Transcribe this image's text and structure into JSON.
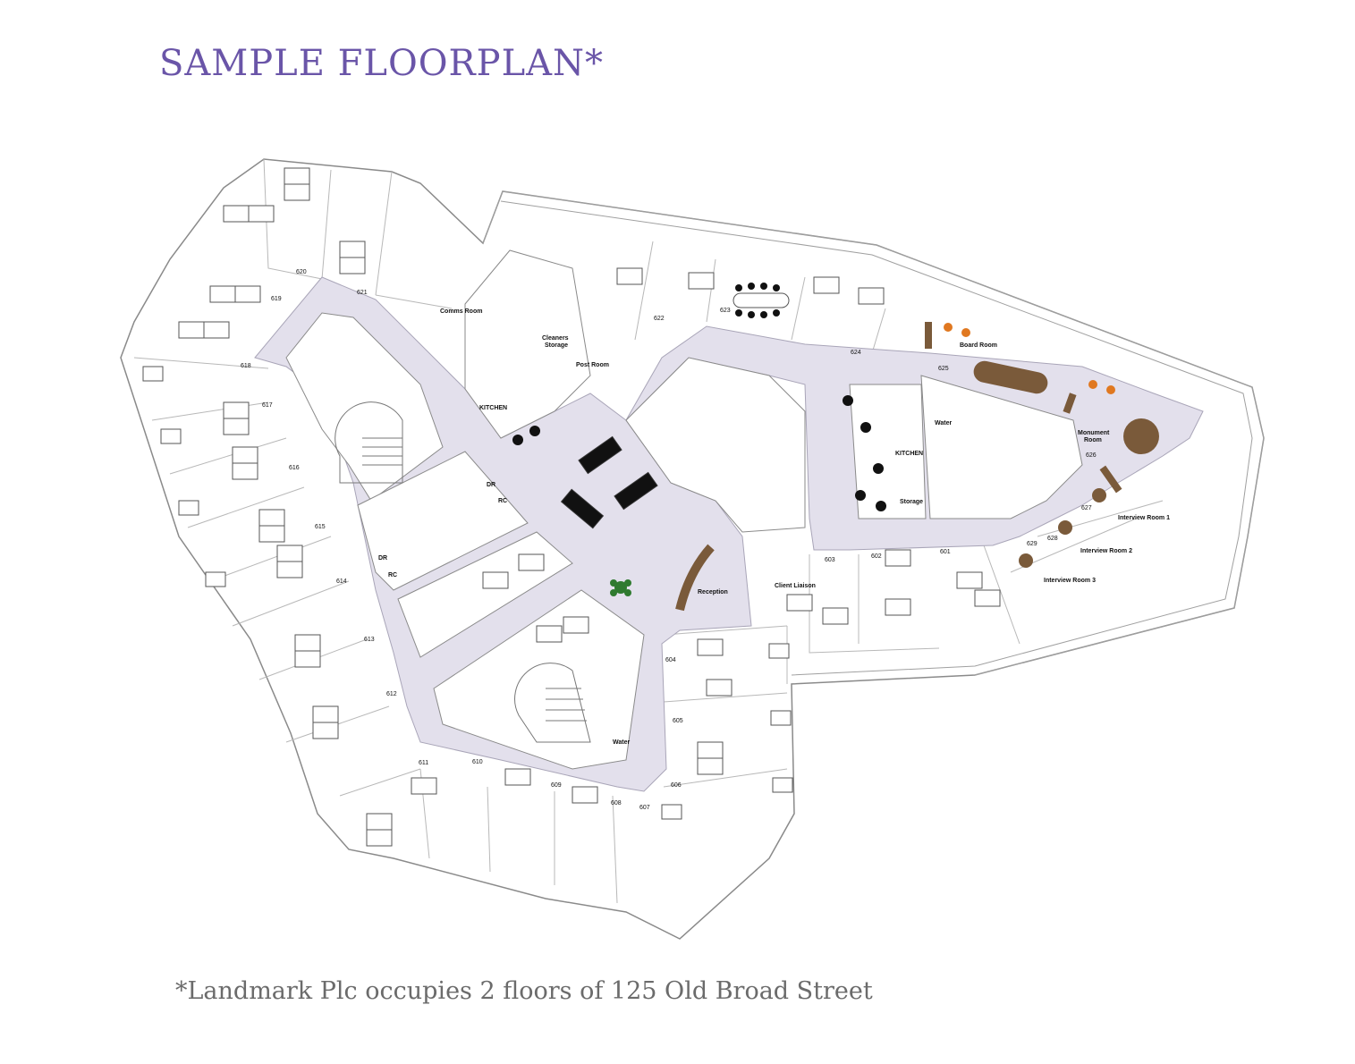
{
  "title": "SAMPLE FLOORPLAN*",
  "footnote": "*Landmark Plc occupies 2 floors of 125 Old Broad Street",
  "colors": {
    "title": "#6a55a8",
    "corridor": "#e3e0ec",
    "walls": "#8a8a8a",
    "furniture_wood": "#7a5a3a",
    "accent_orange": "#e07820",
    "plant": "#2f7a2f"
  },
  "room_numbers": [
    "601",
    "602",
    "603",
    "604",
    "605",
    "606",
    "607",
    "608",
    "609",
    "610",
    "611",
    "612",
    "613",
    "614",
    "615",
    "616",
    "617",
    "618",
    "619",
    "620",
    "621",
    "622",
    "623",
    "624",
    "625",
    "626",
    "627",
    "628",
    "629"
  ],
  "room_names": {
    "comms_room": "Comms Room",
    "cleaners_storage_1": "Cleaners",
    "cleaners_storage_2": "Storage",
    "post_room": "Post Room",
    "kitchen_west": "KITCHEN",
    "kitchen_east": "KITCHEN",
    "water_east": "Water",
    "water_south": "Water",
    "storage": "Storage",
    "board_room": "Board Room",
    "monument_room_1": "Monument",
    "monument_room_2": "Room",
    "interview_room_1": "Interview Room 1",
    "interview_room_2": "Interview Room 2",
    "interview_room_3": "Interview Room 3",
    "client_liaison": "Client Liaison",
    "reception": "Reception",
    "dr_1": "DR",
    "rc_1": "RC",
    "dr_2": "DR",
    "rc_2": "RC"
  }
}
